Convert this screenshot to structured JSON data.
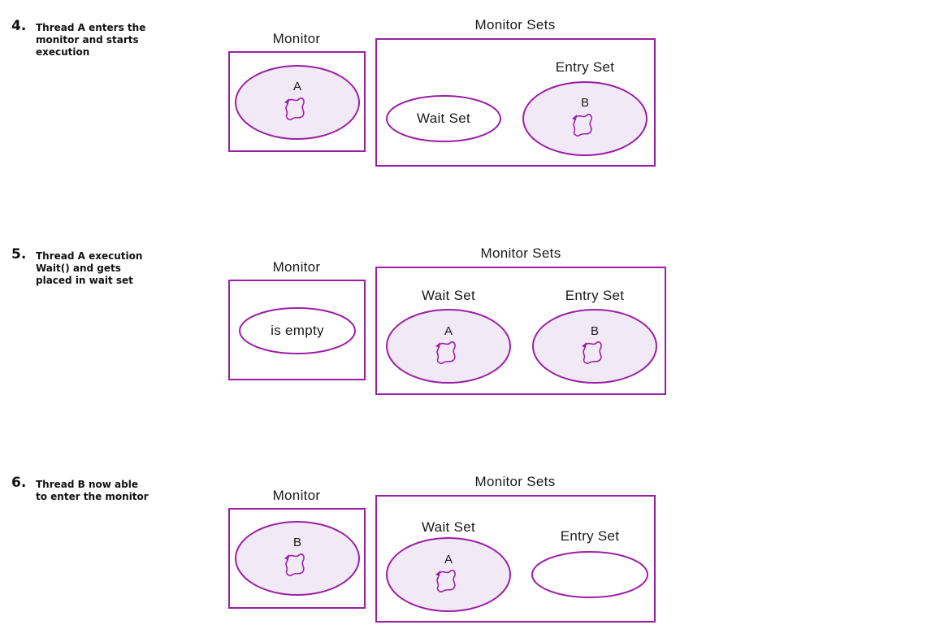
{
  "colors": {
    "accent": "#9b1fa6",
    "fill": "#f2e9f6",
    "text": "#1a1a1a"
  },
  "icon": "thread-squiggle-icon",
  "steps": [
    {
      "number": "4.",
      "description_lines": [
        "Thread A enters the",
        "monitor and starts",
        "execution"
      ],
      "monitor_title": "Monitor",
      "monitor_content": {
        "kind": "thread",
        "label": "A"
      },
      "sets_title": "Monitor Sets",
      "wait_set": {
        "title": "Wait Set",
        "title_inside": true,
        "thread": ""
      },
      "entry_set": {
        "title": "Entry Set",
        "thread": "B"
      }
    },
    {
      "number": "5.",
      "description_lines": [
        "Thread A execution",
        "Wait() and gets",
        "placed in wait set"
      ],
      "monitor_title": "Monitor",
      "monitor_content": {
        "kind": "text",
        "label": "is empty"
      },
      "sets_title": "Monitor Sets",
      "wait_set": {
        "title": "Wait Set",
        "title_inside": false,
        "thread": "A"
      },
      "entry_set": {
        "title": "Entry Set",
        "thread": "B"
      }
    },
    {
      "number": "6.",
      "description_lines": [
        "Thread B now able",
        "to enter the monitor"
      ],
      "monitor_title": "Monitor",
      "monitor_content": {
        "kind": "thread",
        "label": "B"
      },
      "sets_title": "Monitor Sets",
      "wait_set": {
        "title": "Wait Set",
        "title_inside": false,
        "thread": "A"
      },
      "entry_set": {
        "title": "Entry Set",
        "thread": ""
      }
    }
  ]
}
